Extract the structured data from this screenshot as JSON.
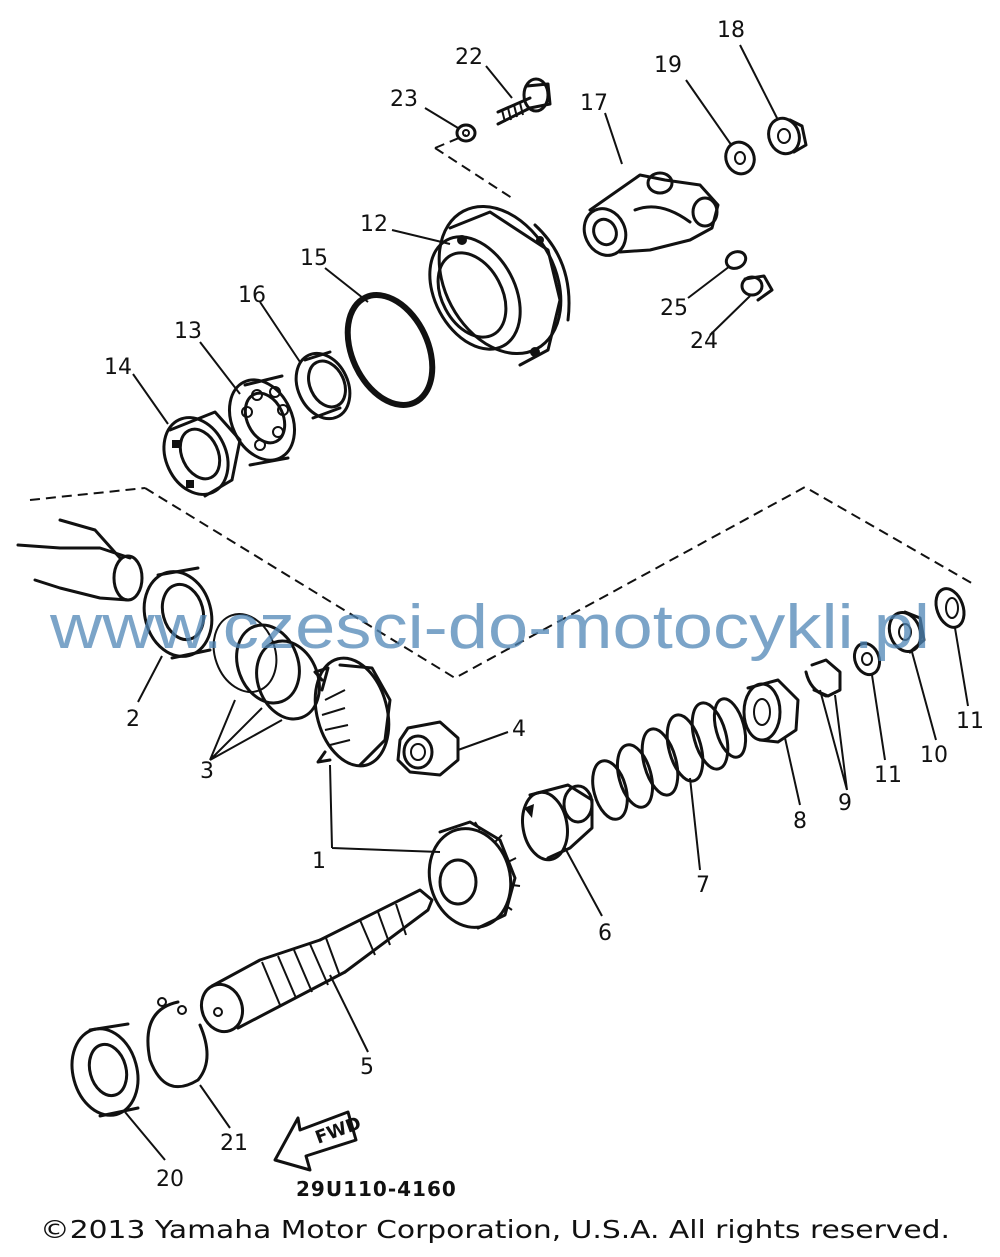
{
  "diagram": {
    "part_number": "29U110-4160",
    "copyright": "©2013 Yamaha Motor Corporation, U.S.A. All rights reserved.",
    "watermark": "www.czesci-do-motocykli.pl",
    "direction_label": "FWD",
    "callouts": {
      "c1": "1",
      "c2": "2",
      "c3": "3",
      "c4": "4",
      "c5": "5",
      "c6": "6",
      "c7": "7",
      "c8": "8",
      "c9": "9",
      "c10": "10",
      "c11a": "11",
      "c11b": "11",
      "c12": "12",
      "c13": "13",
      "c14": "14",
      "c15": "15",
      "c16": "16",
      "c17": "17",
      "c18": "18",
      "c19": "19",
      "c20": "20",
      "c21": "21",
      "c22": "22",
      "c23": "23",
      "c24": "24",
      "c25": "25"
    }
  }
}
